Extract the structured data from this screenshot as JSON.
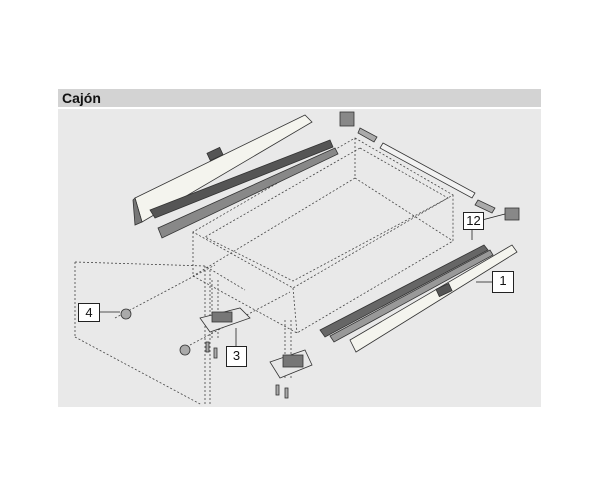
{
  "header": {
    "title": "Cajón"
  },
  "callouts": [
    {
      "id": "1",
      "label": "1"
    },
    {
      "id": "3",
      "label": "3"
    },
    {
      "id": "4",
      "label": "4"
    },
    {
      "id": "12",
      "label": "12"
    }
  ]
}
